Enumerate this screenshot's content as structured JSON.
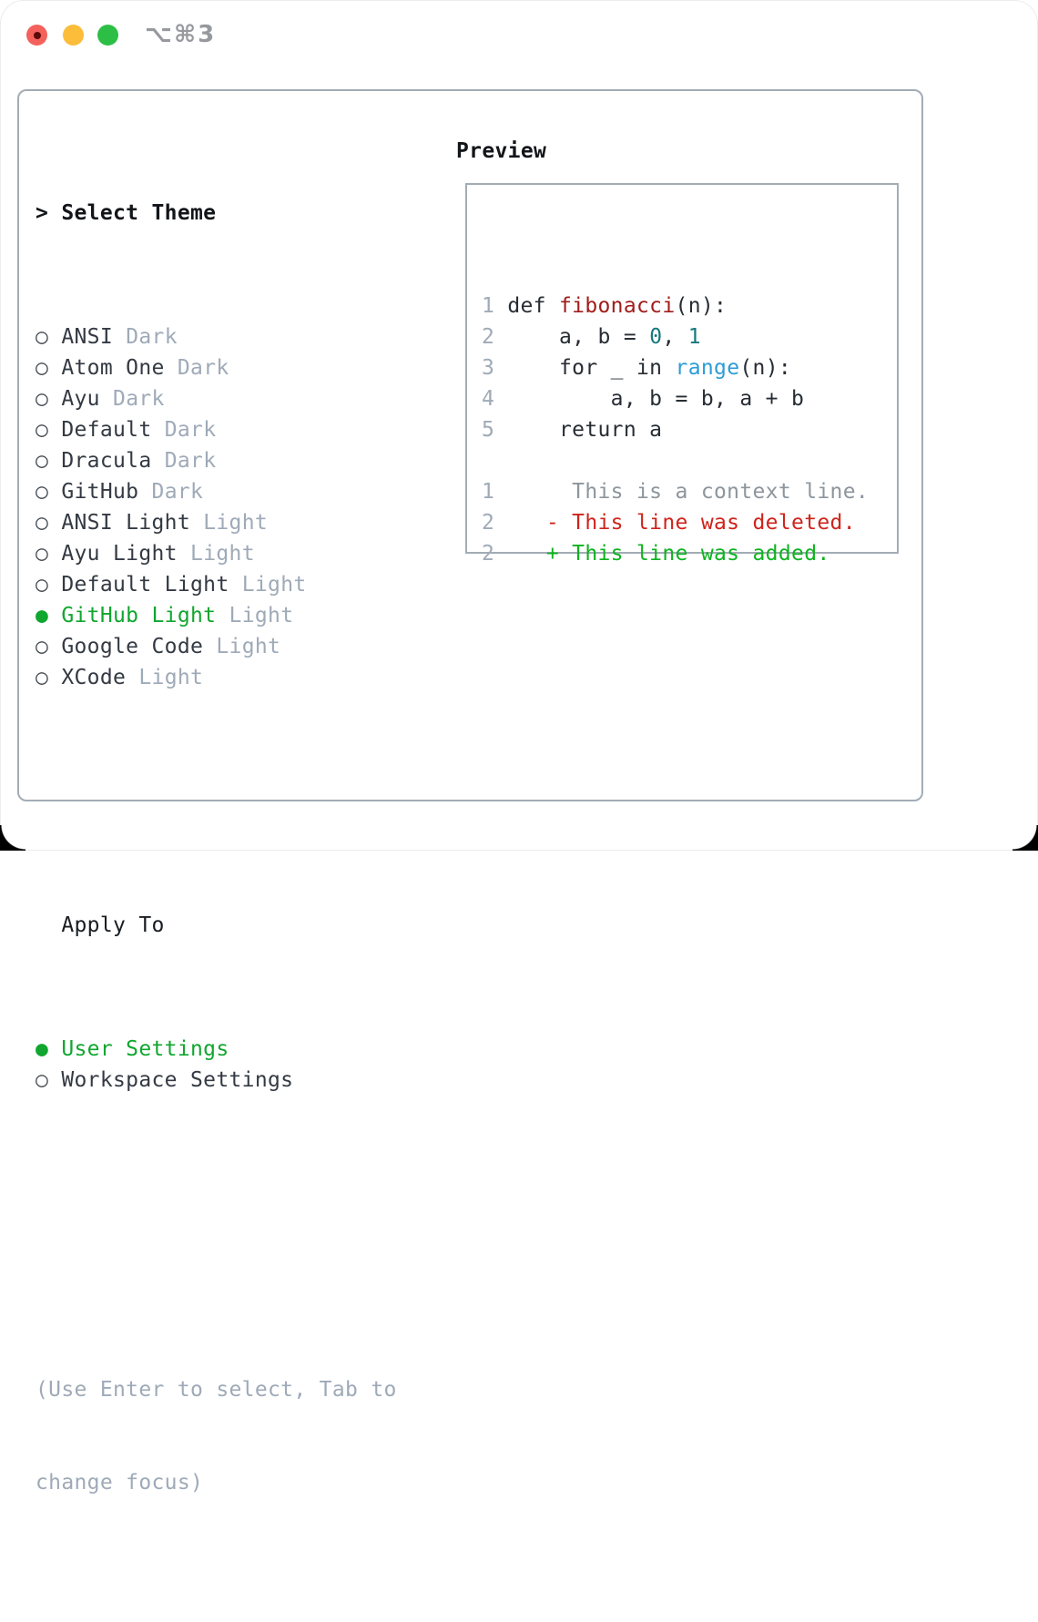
{
  "window": {
    "title": "⌥⌘3",
    "traffic_lights": [
      "close",
      "minimize",
      "zoom"
    ]
  },
  "icons": {
    "radio_unselected": "○",
    "radio_selected": "●",
    "prompt_caret": ">"
  },
  "panel": {
    "select_header": {
      "prefix": ">",
      "label": "Select Theme"
    },
    "themes": [
      {
        "name": "ANSI",
        "variant": "Dark",
        "selected": false
      },
      {
        "name": "Atom One",
        "variant": "Dark",
        "selected": false
      },
      {
        "name": "Ayu",
        "variant": "Dark",
        "selected": false
      },
      {
        "name": "Default",
        "variant": "Dark",
        "selected": false
      },
      {
        "name": "Dracula",
        "variant": "Dark",
        "selected": false
      },
      {
        "name": "GitHub",
        "variant": "Dark",
        "selected": false
      },
      {
        "name": "ANSI Light",
        "variant": "Light",
        "selected": false
      },
      {
        "name": "Ayu Light",
        "variant": "Light",
        "selected": false
      },
      {
        "name": "Default Light",
        "variant": "Light",
        "selected": false
      },
      {
        "name": "GitHub Light",
        "variant": "Light",
        "selected": true
      },
      {
        "name": "Google Code",
        "variant": "Light",
        "selected": false
      },
      {
        "name": "XCode",
        "variant": "Light",
        "selected": false
      }
    ],
    "apply_to": {
      "label": "Apply To",
      "options": [
        {
          "name": "User Settings",
          "selected": true
        },
        {
          "name": "Workspace Settings",
          "selected": false
        }
      ]
    },
    "hint_lines": [
      "(Use Enter to select, Tab to",
      "change focus)"
    ]
  },
  "preview": {
    "label": "Preview",
    "code_lines": [
      {
        "num": "1",
        "segments": [
          {
            "t": "def ",
            "c": "fg"
          },
          {
            "t": "fibonacci",
            "c": "func"
          },
          {
            "t": "(n):",
            "c": "fg"
          }
        ]
      },
      {
        "num": "2",
        "segments": [
          {
            "t": "    a, b = ",
            "c": "fg"
          },
          {
            "t": "0",
            "c": "num"
          },
          {
            "t": ", ",
            "c": "fg"
          },
          {
            "t": "1",
            "c": "num"
          }
        ]
      },
      {
        "num": "3",
        "segments": [
          {
            "t": "    for _ in ",
            "c": "fg"
          },
          {
            "t": "range",
            "c": "builtin"
          },
          {
            "t": "(n):",
            "c": "fg"
          }
        ]
      },
      {
        "num": "4",
        "segments": [
          {
            "t": "        a, b = b, a + b",
            "c": "fg"
          }
        ]
      },
      {
        "num": "5",
        "segments": [
          {
            "t": "    return a",
            "c": "fg"
          }
        ]
      },
      {
        "num": "",
        "segments": []
      },
      {
        "num": "1",
        "segments": [
          {
            "t": "     This is a context line.",
            "c": "context"
          }
        ]
      },
      {
        "num": "2",
        "segments": [
          {
            "t": "   - This line was deleted.",
            "c": "deleted"
          }
        ]
      },
      {
        "num": "2",
        "segments": [
          {
            "t": "   + This line was added.",
            "c": "added"
          }
        ]
      }
    ]
  },
  "colors": {
    "selection_green": "#10a62f",
    "diff_added_green": "#0db31f",
    "diff_removed_red": "#ce241b",
    "function_red": "#a01d1a",
    "number_teal": "#16787f",
    "builtin_blue": "#2d9cd6",
    "muted_gray": "#9faab8",
    "panel_border": "#a3acb5",
    "traffic_red": "#f4615c",
    "traffic_yellow": "#fbbd3a",
    "traffic_green": "#2dbf45"
  }
}
